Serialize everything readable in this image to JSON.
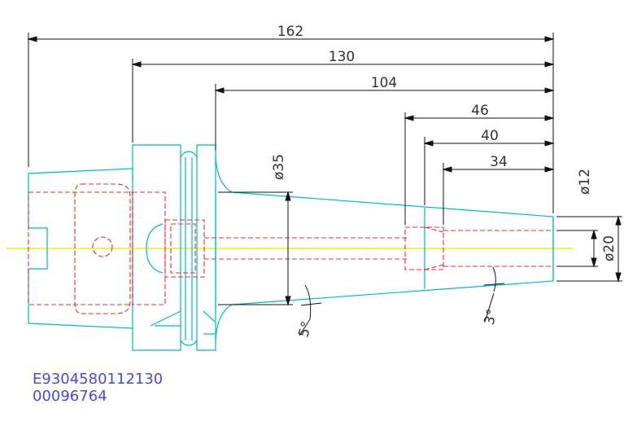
{
  "colors": {
    "outline": "#00b8c8",
    "hidden": "#e03030",
    "centerline": "#e8e800",
    "dimension": "#111111",
    "text": "#333333",
    "code": "#4a4ad8"
  },
  "dimensions": {
    "overall": "162",
    "flange": "130",
    "body": "104",
    "taper_start": "46",
    "bore_depth": "40",
    "bore_inner": "34",
    "dia_35": "ø35",
    "dia_12": "ø12",
    "dia_20": "ø20",
    "angle_5": "5°",
    "angle_3": "3°"
  },
  "codes": {
    "part_code": "E9304580112130",
    "serial": "00096764"
  }
}
